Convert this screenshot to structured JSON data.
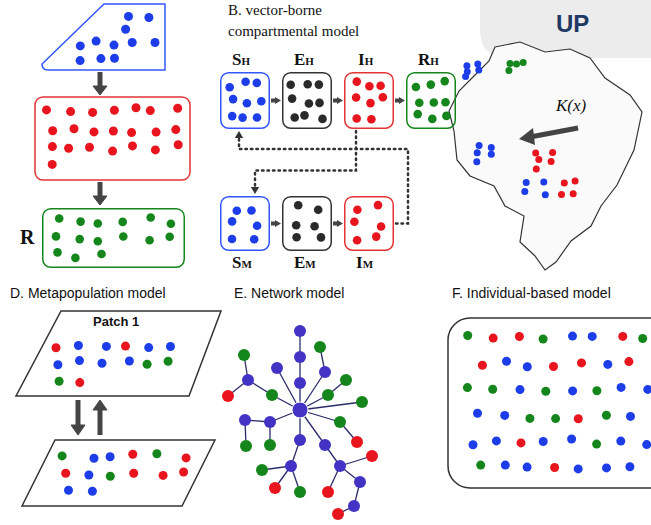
{
  "diagram": {
    "nodes": [
      {
        "text": [
          "R"
        ]
      },
      {
        "text": [
          "SH"
        ]
      },
      {
        "text": [
          "EH"
        ]
      },
      {
        "text": [
          "IH"
        ]
      },
      {
        "text": [
          "RH"
        ]
      },
      {
        "text": [
          "SM"
        ]
      },
      {
        "text": [
          "EM"
        ]
      },
      {
        "text": [
          "IM"
        ]
      },
      {
        "text": [
          "Patch 1"
        ]
      }
    ],
    "edges": [
      {
        "from": 1,
        "to": 2,
        "arrow": "to"
      },
      {
        "from": 2,
        "to": 3,
        "arrow": "to"
      },
      {
        "from": 3,
        "to": 4,
        "arrow": "to"
      },
      {
        "from": 5,
        "to": 6,
        "arrow": "to"
      },
      {
        "from": 6,
        "to": 7,
        "arrow": "to"
      },
      {
        "from": 3,
        "to": 5,
        "arrow": "to"
      },
      {
        "from": 7,
        "to": 1,
        "arrow": "to"
      }
    ],
    "labels": [
      "B. vector-borne compartmental model",
      "UP",
      "K(x)",
      "D. Metapopulation model",
      "E. Network model",
      "F. Individual-based model"
    ]
  }
}
